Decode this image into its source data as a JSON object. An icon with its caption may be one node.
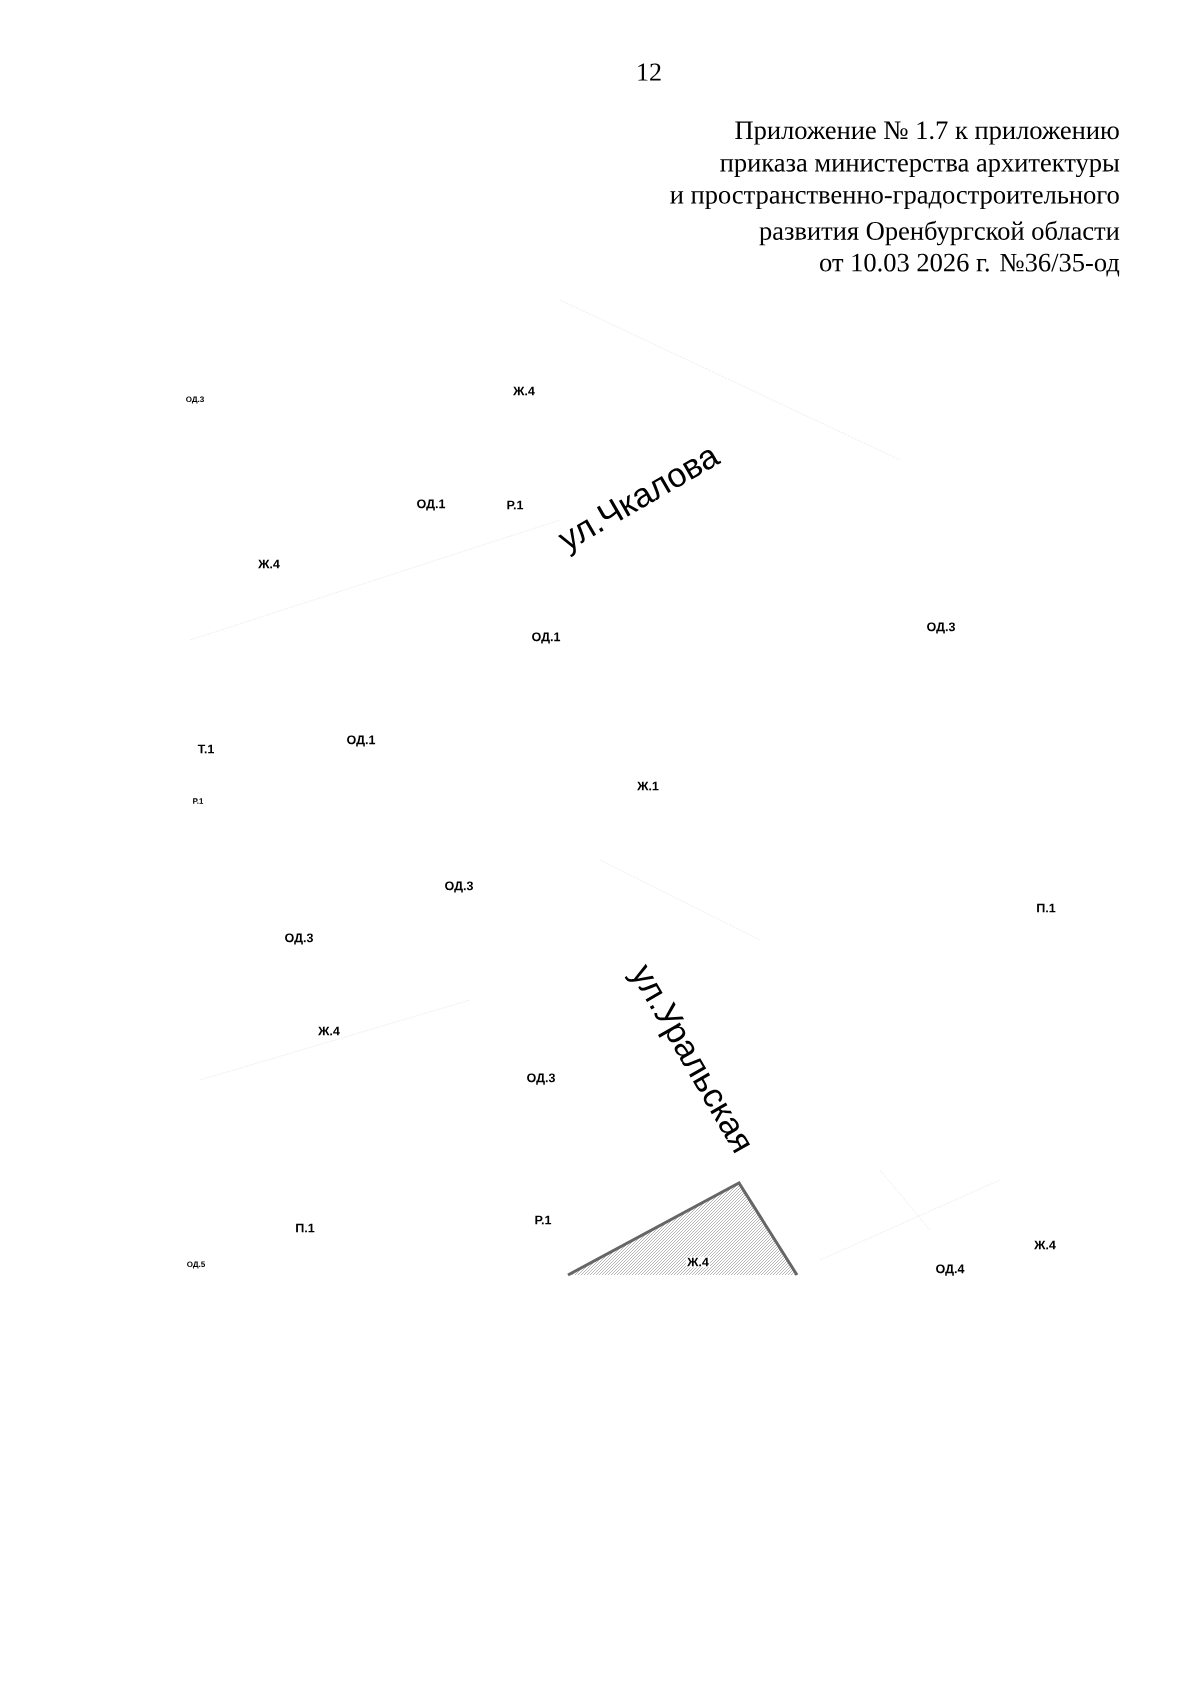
{
  "diagram": {
    "nodes": [
      {
        "text": [
          "Ж.4"
        ]
      }
    ],
    "labels": [
      "12",
      "Приложение № 1.7 к приложению",
      "приказа министерства архитектуры",
      "и пространственно-градостроительного",
      "развития Оренбургской области",
      "от 10.03 2026 г. №36/35-од",
      "ОД.3",
      "Ж.4",
      "ОД.1",
      "Р.1",
      "ул.Чкалова",
      "Ж.4",
      "ОД.1",
      "ОД.3",
      "Т.1",
      "ОД.1",
      "Р.1",
      "Ж.1",
      "ОД.3",
      "П.1",
      "ОД.3",
      "Ж.4",
      "ОД.3",
      "ул.Уральская",
      "П.1",
      "Р.1",
      "ОД.5",
      "Ж.4",
      "ОД.4"
    ]
  }
}
